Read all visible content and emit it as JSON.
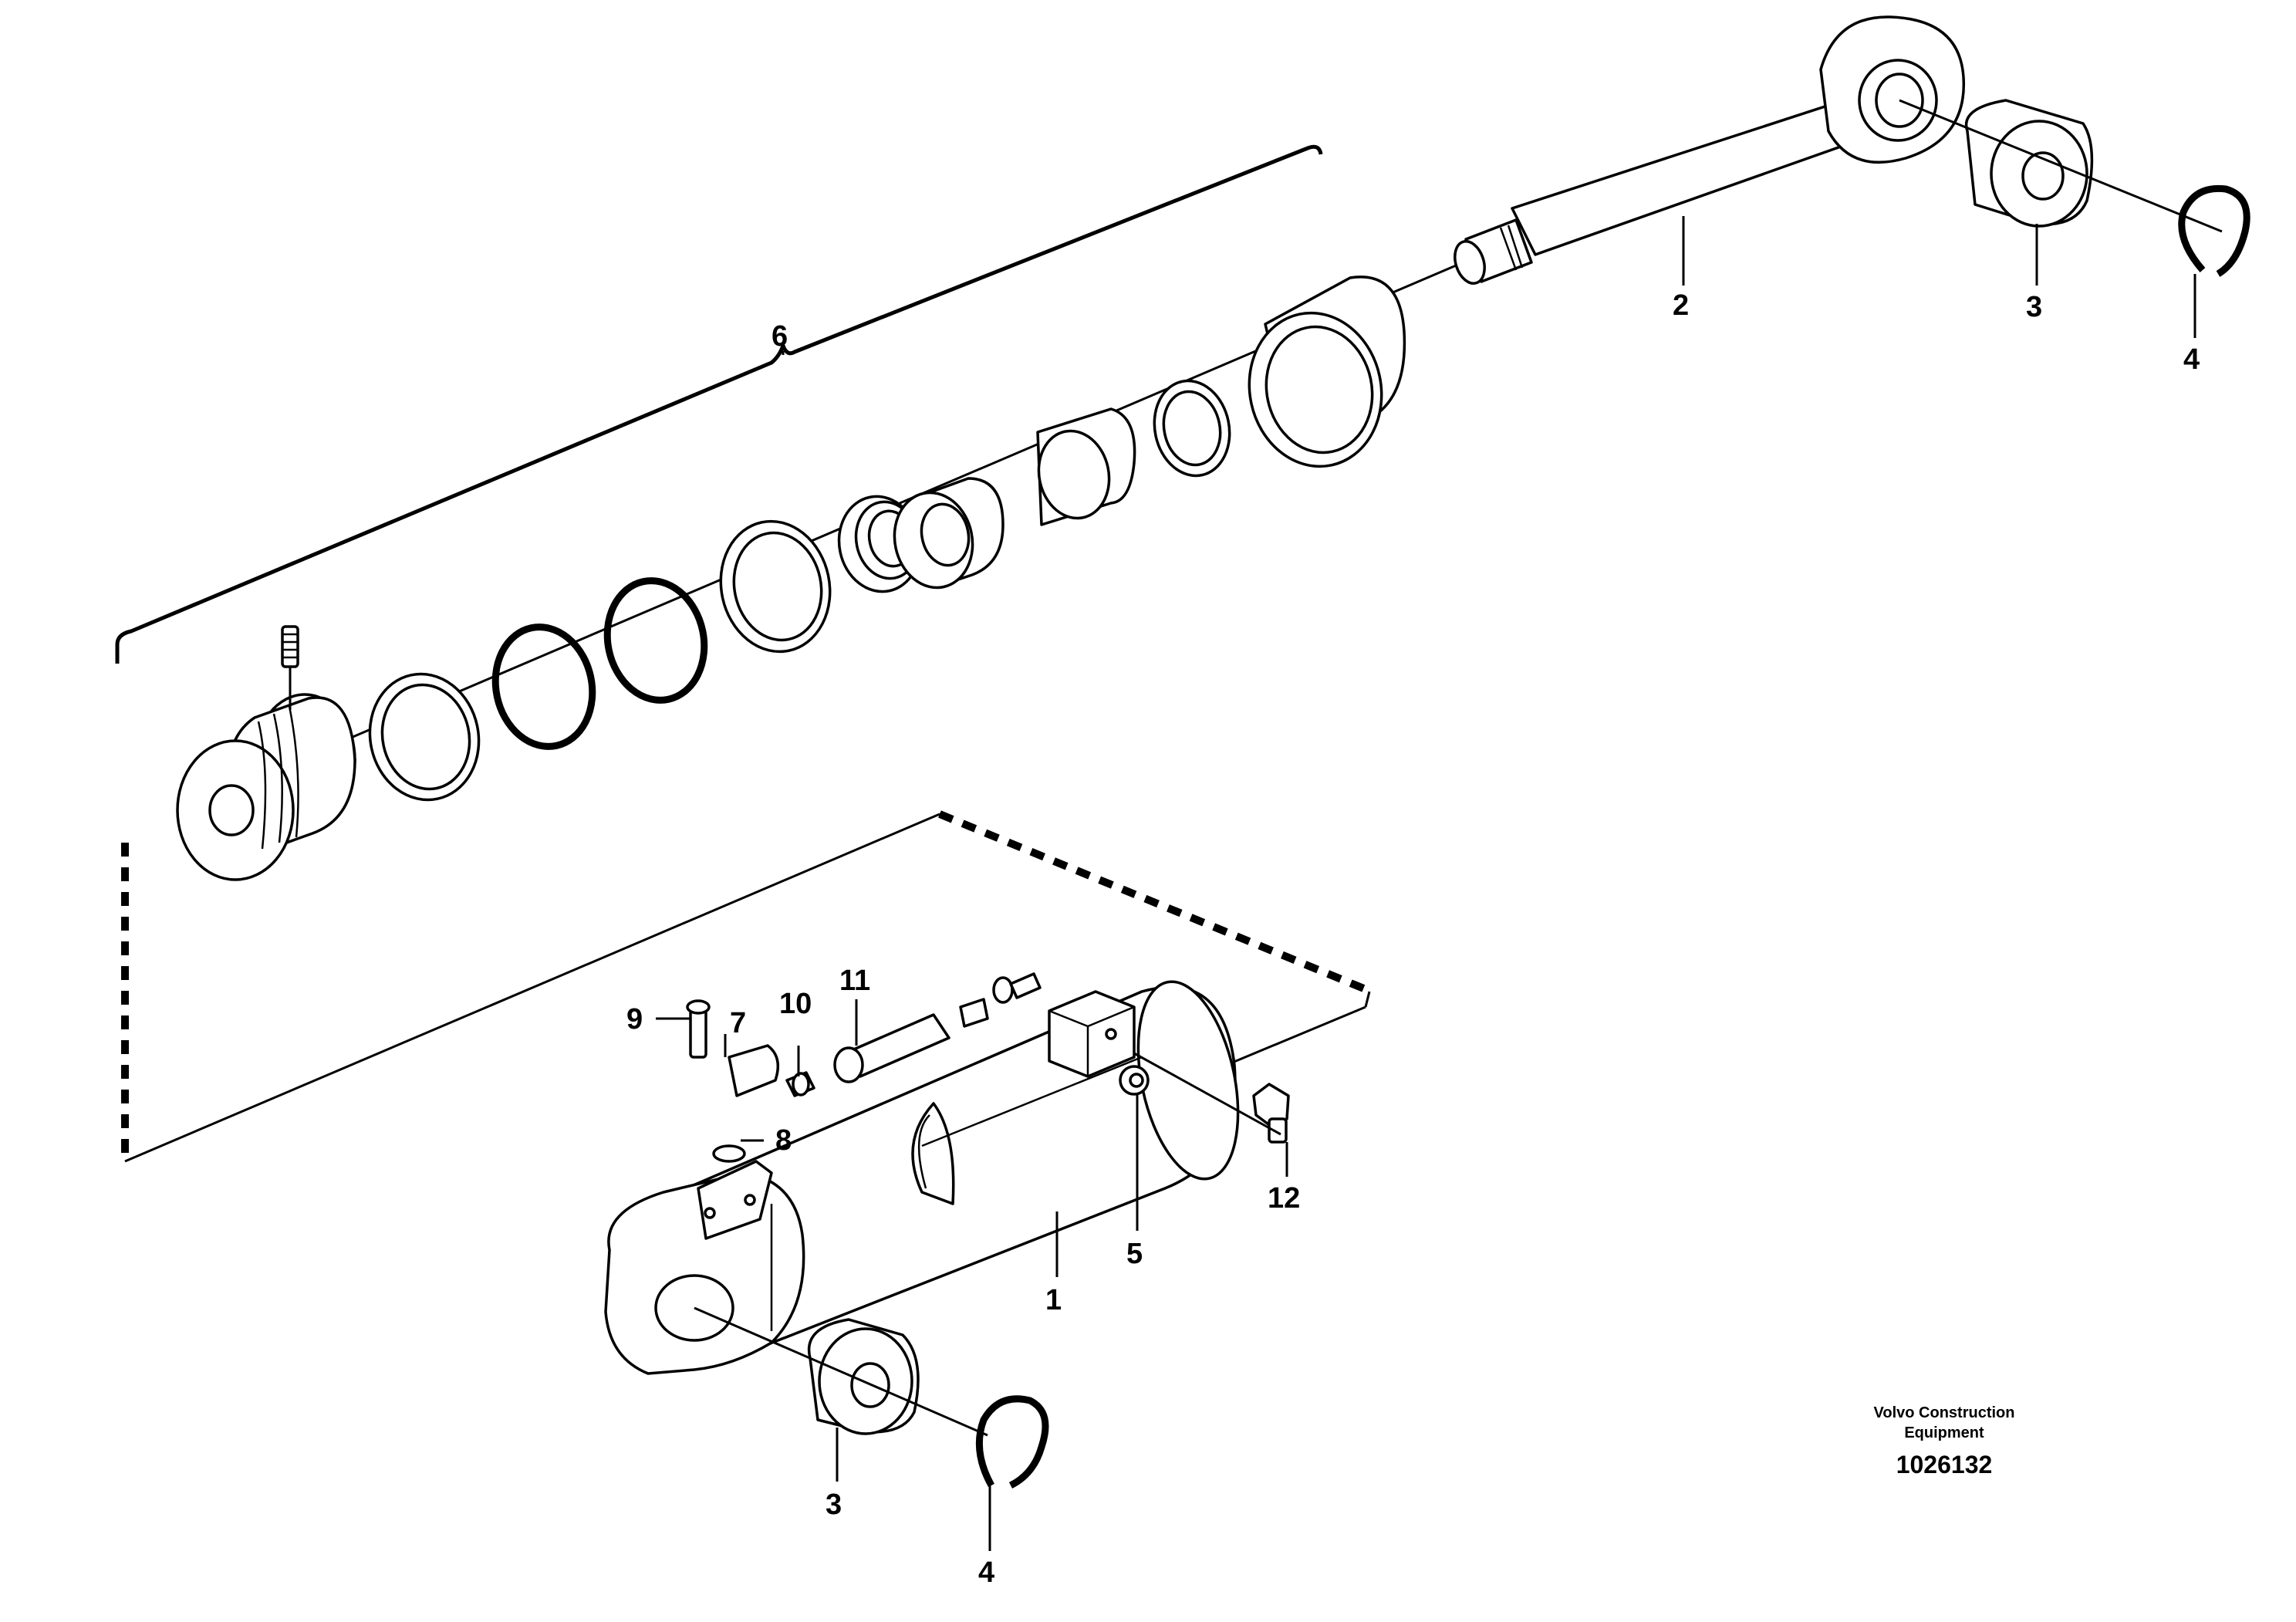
{
  "callouts": {
    "c1": "1",
    "c2": "2",
    "c3_top": "3",
    "c3_bottom": "3",
    "c4_top": "4",
    "c4_bottom": "4",
    "c5": "5",
    "c6": "6",
    "c7": "7",
    "c8": "8",
    "c9": "9",
    "c10": "10",
    "c11": "11",
    "c12": "12"
  },
  "footer": {
    "brand_line1": "Volvo Construction",
    "brand_line2": "Equipment",
    "drawing_number": "1026132"
  }
}
